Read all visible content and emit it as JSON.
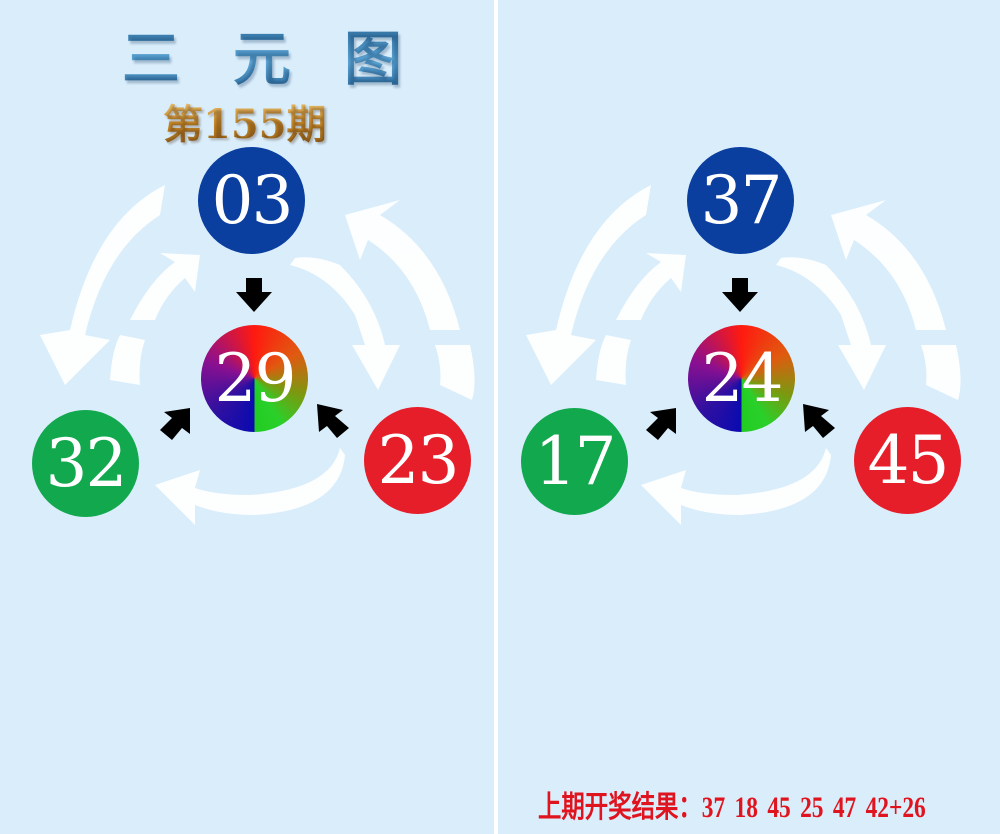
{
  "header": {
    "title_chars": [
      "三",
      "元",
      "图"
    ],
    "issue": "第155期"
  },
  "left_diagram": {
    "top": {
      "value": "03",
      "color": "#0a3fa0"
    },
    "center": {
      "value": "29"
    },
    "left": {
      "value": "32",
      "color": "#12a84e"
    },
    "right": {
      "value": "23",
      "color": "#e61e2a"
    }
  },
  "right_diagram": {
    "top": {
      "value": "37",
      "color": "#0a3fa0"
    },
    "center": {
      "value": "24"
    },
    "left": {
      "value": "17",
      "color": "#12a84e"
    },
    "right": {
      "value": "45",
      "color": "#e61e2a"
    }
  },
  "footer": {
    "label": "上期开奖结果：",
    "numbers": [
      "37",
      "18",
      "45",
      "25",
      "47",
      "42+26"
    ]
  },
  "colors": {
    "background": "#d9edfb",
    "blue": "#0a3fa0",
    "green": "#12a84e",
    "red": "#e61e2a",
    "result_text": "#e0141e"
  }
}
